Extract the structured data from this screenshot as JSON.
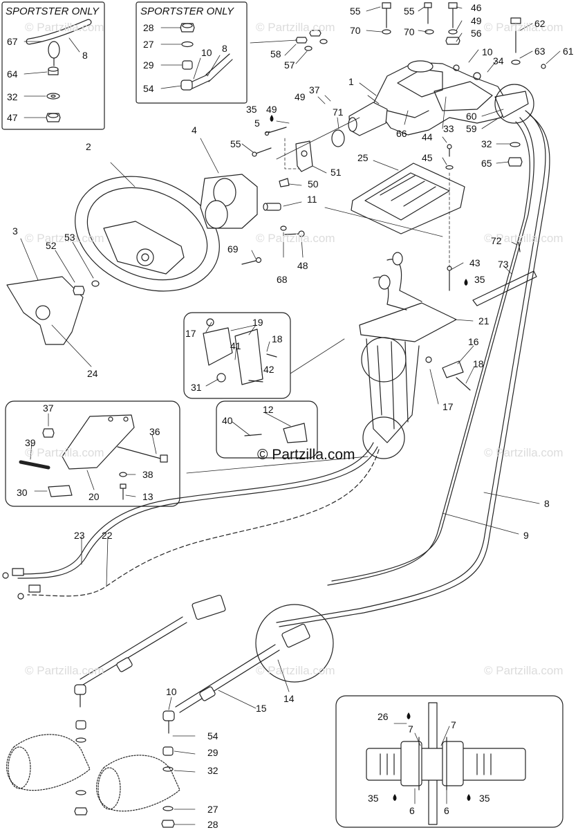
{
  "watermarks": {
    "small": "© Partzilla.com",
    "main": "© Partzilla.com"
  },
  "insets": {
    "sportster_left_title": "SPORTSTER ONLY",
    "sportster_right_title": "SPORTSTER ONLY"
  },
  "callouts": {
    "c1": "1",
    "c2": "2",
    "c3": "3",
    "c4": "4",
    "c5": "5",
    "c6a": "6",
    "c6b": "6",
    "c7a": "7",
    "c7b": "7",
    "c8a": "8",
    "c8b": "8",
    "c8c": "8",
    "c9": "9",
    "c10a": "10",
    "c10b": "10",
    "c10c": "10",
    "c11": "11",
    "c12": "12",
    "c13": "13",
    "c14": "14",
    "c15": "15",
    "c16": "16",
    "c17a": "17",
    "c17b": "17",
    "c18a": "18",
    "c18b": "18",
    "c19": "19",
    "c20": "20",
    "c21": "21",
    "c22": "22",
    "c23": "23",
    "c24": "24",
    "c25": "25",
    "c26": "26",
    "c27a": "27",
    "c27b": "27",
    "c28a": "28",
    "c28b": "28",
    "c29a": "29",
    "c29b": "29",
    "c30": "30",
    "c31": "31",
    "c32a": "32",
    "c32b": "32",
    "c32c": "32",
    "c33": "33",
    "c34": "34",
    "c35a": "35",
    "c35b": "35",
    "c35c": "35",
    "c35d": "35",
    "c36": "36",
    "c37a": "37",
    "c37b": "37",
    "c38": "38",
    "c39": "39",
    "c40": "40",
    "c41": "41",
    "c42": "42",
    "c43": "43",
    "c44": "44",
    "c45": "45",
    "c46": "46",
    "c47": "47",
    "c48": "48",
    "c49a": "49",
    "c49b": "49",
    "c49c": "49",
    "c50": "50",
    "c51": "51",
    "c52": "52",
    "c53": "53",
    "c54a": "54",
    "c54b": "54",
    "c55a": "55",
    "c55b": "55",
    "c55c": "55",
    "c56": "56",
    "c57": "57",
    "c58": "58",
    "c59": "59",
    "c60": "60",
    "c61": "61",
    "c62": "62",
    "c63": "63",
    "c64": "64",
    "c65": "65",
    "c66": "66",
    "c67": "67",
    "c68": "68",
    "c69": "69",
    "c70a": "70",
    "c70b": "70",
    "c71": "71",
    "c72": "72",
    "c73": "73"
  }
}
